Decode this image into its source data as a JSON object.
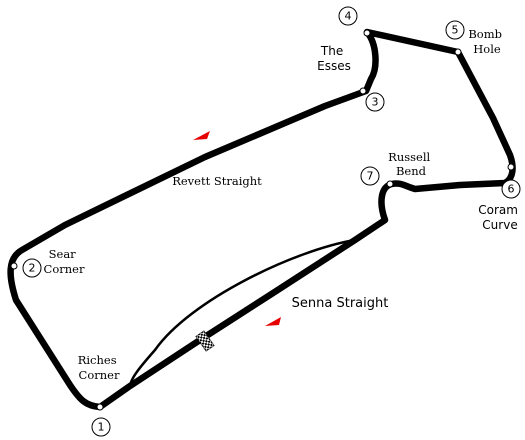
{
  "circuit": {
    "track_color": "#000000",
    "marker_fill": "#ffffff",
    "direction_color": "#e60000",
    "corners": [
      {
        "number": "1",
        "name_lines": [
          "Riches",
          "Corner"
        ]
      },
      {
        "number": "2",
        "name_lines": [
          "Sear",
          "Corner"
        ]
      },
      {
        "number": "3",
        "name_lines": []
      },
      {
        "number": "4",
        "name_lines": [
          "The",
          "Esses"
        ]
      },
      {
        "number": "5",
        "name_lines": [
          "Bomb",
          "Hole"
        ]
      },
      {
        "number": "6",
        "name_lines": [
          "Coram",
          "Curve"
        ]
      },
      {
        "number": "7",
        "name_lines": [
          "Russell",
          "Bend"
        ]
      }
    ],
    "straights": [
      {
        "name": "Revett Straight"
      },
      {
        "name": "Senna Straight"
      }
    ],
    "icons": [
      "checkered-flag-icon",
      "direction-arrow-icon"
    ]
  }
}
